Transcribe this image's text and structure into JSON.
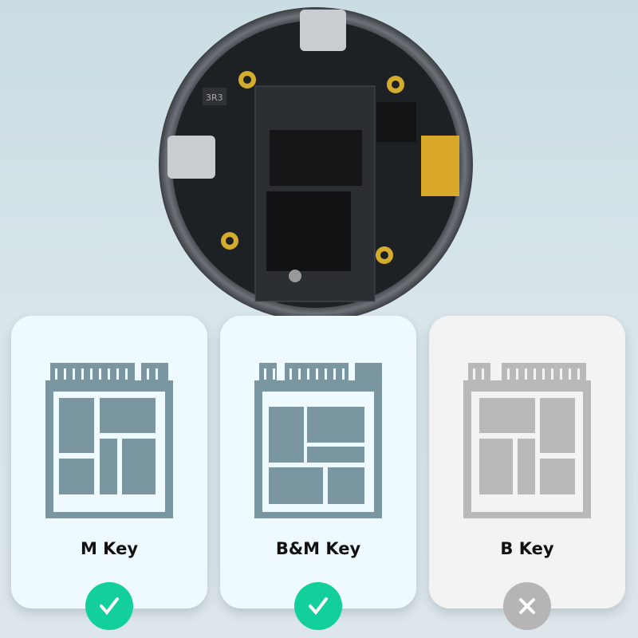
{
  "device": {
    "chip_marking": "3R3"
  },
  "cards": [
    {
      "label": "M Key",
      "supported": true,
      "status_icon": "check-icon"
    },
    {
      "label": "B&M Key",
      "supported": true,
      "status_icon": "check-icon"
    },
    {
      "label": "B Key",
      "supported": false,
      "status_icon": "x-icon"
    }
  ],
  "colors": {
    "supported_icon": "#7a97a1",
    "unsupported_icon": "#b9b9b9",
    "check_badge": "#12cf9c",
    "x_badge": "#b5b5b5"
  }
}
